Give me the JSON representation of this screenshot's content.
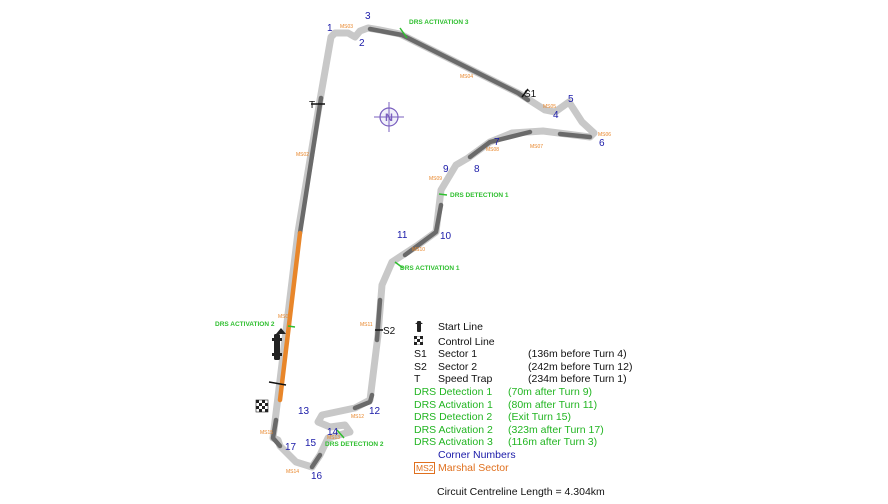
{
  "turns": [
    "1",
    "2",
    "3",
    "4",
    "5",
    "6",
    "7",
    "8",
    "9",
    "10",
    "11",
    "12",
    "13",
    "14",
    "15",
    "16",
    "17"
  ],
  "sectors": {
    "s1": "S1",
    "s2": "S2",
    "t": "T"
  },
  "marshal_sectors": [
    "MS01",
    "MS02",
    "MS03",
    "MS04",
    "MS05",
    "MS06",
    "MS07",
    "MS08",
    "MS09",
    "MS10",
    "MS11",
    "MS12",
    "MS13",
    "MS14",
    "MS15"
  ],
  "drs_labels": {
    "activation1": "DRS ACTIVATION 1",
    "activation2": "DRS ACTIVATION 2",
    "activation3": "DRS ACTIVATION 3",
    "detection1": "DRS DETECTION 1",
    "detection2": "DRS DETECTION 2"
  },
  "compass": "N",
  "legend": {
    "start_line": "Start Line",
    "control_line": "Control Line",
    "s1_sym": "S1",
    "s1_label": "Sector 1",
    "s1_note": "(136m before Turn 4)",
    "s2_sym": "S2",
    "s2_label": "Sector 2",
    "s2_note": "(242m before Turn 12)",
    "t_sym": "T",
    "t_label": "Speed Trap",
    "t_note": "(234m before Turn 1)",
    "drs_det1": "DRS Detection 1",
    "drs_det1_note": "(70m after Turn 9)",
    "drs_act1": "DRS Activation 1",
    "drs_act1_note": "(80m after Turn 11)",
    "drs_det2": "DRS Detection 2",
    "drs_det2_note": "(Exit Turn 15)",
    "drs_act2": "DRS Activation 2",
    "drs_act2_note": "(323m after Turn 17)",
    "drs_act3": "DRS Activation 3",
    "drs_act3_note": "(116m after Turn 3)",
    "corner_numbers": "Corner Numbers",
    "ms2_box": "MS2",
    "marshal_sector": "Marshal Sector"
  },
  "footer": "Circuit Centreline Length = 4.304km",
  "colors": {
    "track_light": "#d0d0d0",
    "track_dark": "#6a6a6a",
    "drs_zone": "#e8862a",
    "turn": "#1a1aa8",
    "drs": "#2fbf2f"
  }
}
